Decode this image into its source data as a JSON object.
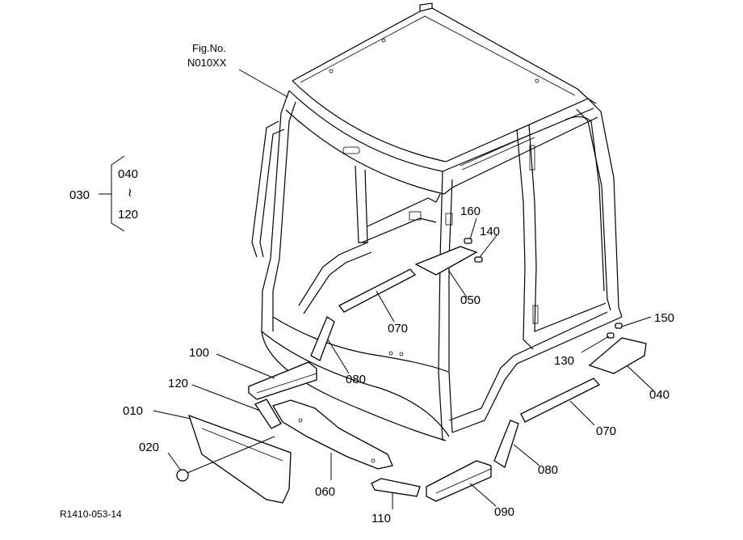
{
  "figure": {
    "fig_label": "Fig.No.",
    "fig_number": "N010XX",
    "drawing_code": "R1410-053-14"
  },
  "group": {
    "label": "030",
    "top": "040",
    "range_symbol": "≀",
    "bottom": "120"
  },
  "parts": {
    "p010": "010",
    "p020": "020",
    "p040": "040",
    "p050": "050",
    "p060": "060",
    "p070a": "070",
    "p070b": "070",
    "p080a": "080",
    "p080b": "080",
    "p090": "090",
    "p100": "100",
    "p110": "110",
    "p120": "120",
    "p130": "130",
    "p140": "140",
    "p150": "150",
    "p160": "160"
  }
}
